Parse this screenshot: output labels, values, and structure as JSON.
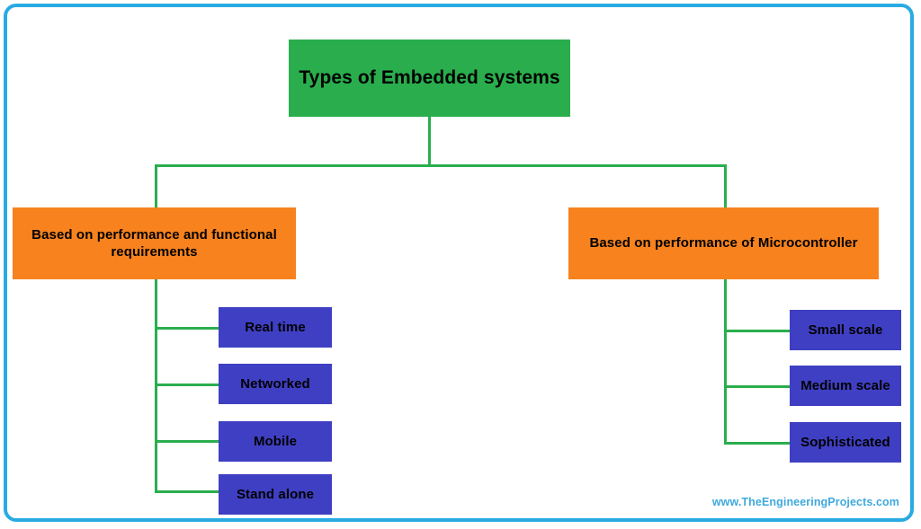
{
  "diagram": {
    "type": "tree",
    "root": {
      "label": "Types of Embedded systems",
      "color": "#2aae4d"
    },
    "branches": [
      {
        "label": "Based on performance and functional requirements",
        "color": "#f7821e",
        "children": [
          {
            "label": "Real time",
            "color": "#3f3fc3"
          },
          {
            "label": "Networked",
            "color": "#3f3fc3"
          },
          {
            "label": "Mobile",
            "color": "#3f3fc3"
          },
          {
            "label": "Stand alone",
            "color": "#3f3fc3"
          }
        ]
      },
      {
        "label": "Based on performance of Microcontroller",
        "color": "#f7821e",
        "children": [
          {
            "label": "Small scale",
            "color": "#3f3fc3"
          },
          {
            "label": "Medium scale",
            "color": "#3f3fc3"
          },
          {
            "label": "Sophisticated",
            "color": "#3f3fc3"
          }
        ]
      }
    ],
    "connector_color": "#2aae4d",
    "frame_color": "#29abe2",
    "background": "#ffffff"
  },
  "watermark": {
    "text": "www.TheEngineeringProjects.com",
    "color": "#3fa9dd"
  }
}
